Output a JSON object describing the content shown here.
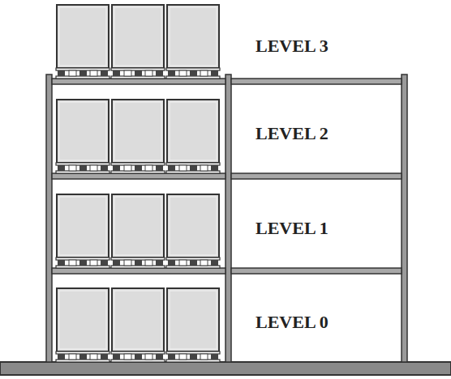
{
  "diagram": {
    "labels": [
      "LEVEL 3",
      "LEVEL 2",
      "LEVEL 1",
      "LEVEL 0"
    ]
  }
}
